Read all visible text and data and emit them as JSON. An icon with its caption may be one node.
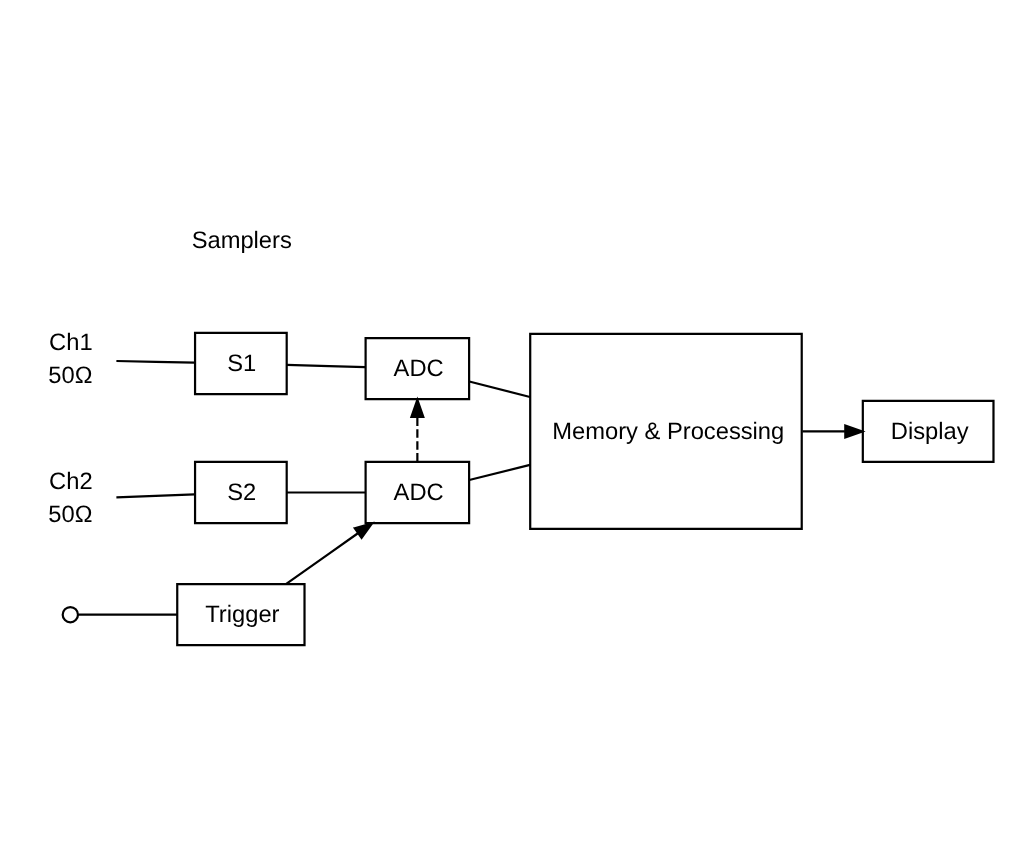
{
  "diagram": {
    "nodes": [
      {
        "text": [
          "Ch1"
        ],
        "beside": [
          "50Ω"
        ]
      },
      {
        "text": [
          "S1"
        ]
      },
      {
        "text": [
          "ADC"
        ]
      },
      {
        "text": [
          "Memory & Processing"
        ]
      },
      {
        "text": [
          "Ch2"
        ],
        "beside": [
          "50Ω"
        ]
      },
      {
        "text": [
          "S2"
        ]
      },
      {
        "text": [
          "ADC"
        ]
      },
      {
        "text": [
          "Display"
        ]
      },
      {
        "text": [],
        "shape": "circle"
      },
      {
        "text": [
          "Trigger"
        ]
      }
    ],
    "edges": [
      {
        "from": 0,
        "to": 1,
        "arrow": "none"
      },
      {
        "from": 1,
        "to": 2,
        "arrow": "none"
      },
      {
        "from": 2,
        "to": 3,
        "arrow": "none"
      },
      {
        "from": 4,
        "to": 5,
        "arrow": "none"
      },
      {
        "from": 5,
        "to": 6,
        "arrow": "none"
      },
      {
        "from": 6,
        "to": 3,
        "arrow": "none"
      },
      {
        "from": 6,
        "to": 2,
        "arrow": "to",
        "style": "dashed"
      },
      {
        "from": 3,
        "to": 7,
        "arrow": "to"
      },
      {
        "from": 8,
        "to": 9,
        "arrow": "none"
      },
      {
        "from": 9,
        "to": 6,
        "arrow": "to"
      }
    ],
    "labels": [
      "Samplers"
    ]
  }
}
